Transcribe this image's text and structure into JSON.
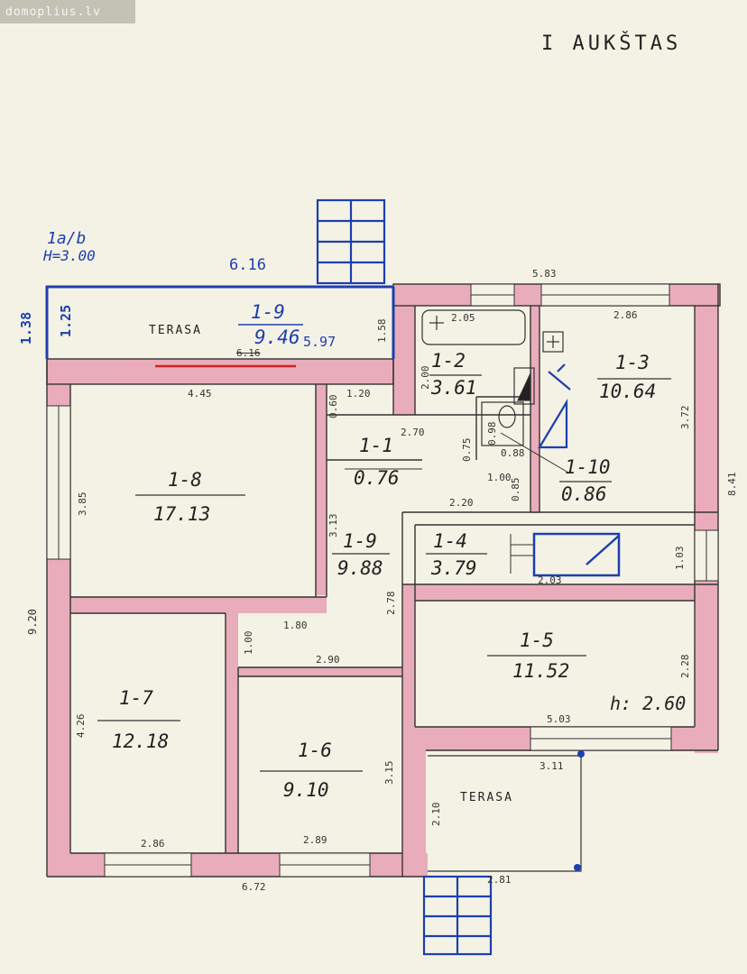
{
  "watermark": "domoplius.lv",
  "title": "I AUKŠTAS",
  "header_note": {
    "line1": "1a/b",
    "line2": "H=3.00"
  },
  "rooms": {
    "r1_9_terasa": {
      "code": "1-9",
      "area": "9.46",
      "label": "TERASA"
    },
    "r1_2": {
      "code": "1-2",
      "area": "3.61"
    },
    "r1_3": {
      "code": "1-3",
      "area": "10.64"
    },
    "r1_1": {
      "code": "1-1",
      "area": "0.76"
    },
    "r1_10": {
      "code": "1-10",
      "area": "0.86"
    },
    "r1_8": {
      "code": "1-8",
      "area": "17.13"
    },
    "r1_9": {
      "code": "1-9",
      "area": "9.88"
    },
    "r1_4": {
      "code": "1-4",
      "area": "3.79"
    },
    "r1_5": {
      "code": "1-5",
      "area": "11.52"
    },
    "r1_7": {
      "code": "1-7",
      "area": "12.18"
    },
    "r1_6": {
      "code": "1-6",
      "area": "9.10"
    },
    "terasa_bottom": {
      "label": "TERASA"
    }
  },
  "height_note": "h: 2.60",
  "dimensions": {
    "d616": "6.16",
    "d597": "5.97",
    "d616b": "6.16",
    "d138": "1.38",
    "d125": "1.25",
    "d158": "1.58",
    "d583": "5.83",
    "d205": "2.05",
    "d286t": "2.86",
    "d445": "4.45",
    "d200": "2.00",
    "d060": "0.60",
    "d120": "1.20",
    "d270": "2.70",
    "d075": "0.75",
    "d098": "0.98",
    "d088": "0.88",
    "d372": "3.72",
    "d841": "8.41",
    "d100a": "1.00",
    "d085": "0.85",
    "d220": "2.20",
    "d385": "3.85",
    "d313": "3.13",
    "d103": "1.03",
    "d203": "2.03",
    "d278": "2.78",
    "d180": "1.80",
    "d100b": "1.00",
    "d290": "2.90",
    "d228": "2.28",
    "d920": "9.20",
    "d426": "4.26",
    "d503": "5.03",
    "d311": "3.11",
    "d315": "3.15",
    "d210": "2.10",
    "d286b": "2.86",
    "d289": "2.89",
    "d281": "2.81",
    "d672": "6.72"
  },
  "colors": {
    "wall": "#e8a0b4",
    "ink": "#1c3fb0",
    "paper": "#f4f2e4",
    "line": "#333333"
  }
}
